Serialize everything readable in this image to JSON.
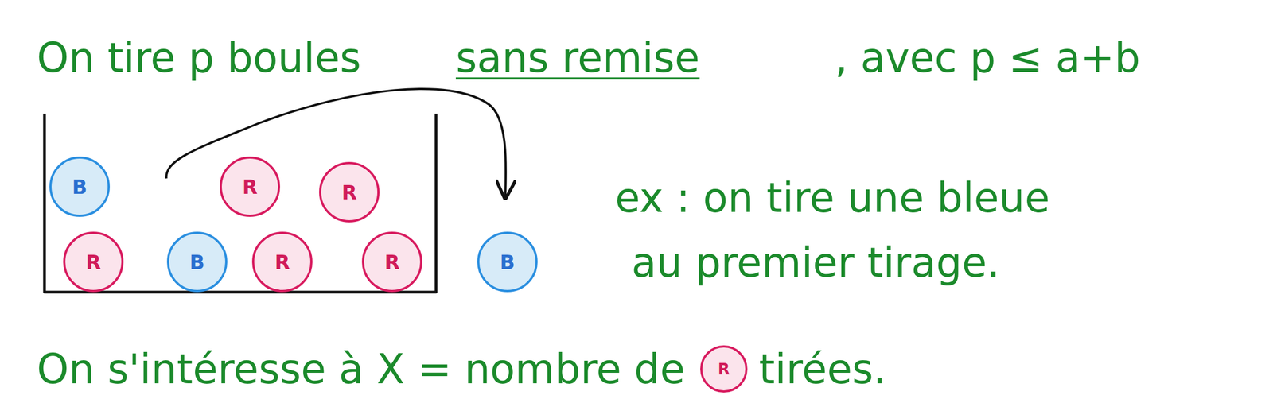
{
  "diagram": {
    "nodes": [
      {
        "text": [
          "B"
        ]
      },
      {
        "text": [
          "R"
        ]
      },
      {
        "text": [
          "R"
        ]
      },
      {
        "text": [
          "R"
        ]
      },
      {
        "text": [
          "B"
        ]
      },
      {
        "text": [
          "R"
        ]
      },
      {
        "text": [
          "R"
        ]
      },
      {
        "text": [
          "B"
        ]
      },
      {
        "text": [
          "R"
        ]
      }
    ],
    "labels": [
      "On tire p boules",
      "sans remise",
      ", avec p ≤ a+b",
      "ex : on tire une bleue",
      "au premier tirage.",
      "On s'intéresse à X = nombre de",
      "tirées."
    ]
  }
}
